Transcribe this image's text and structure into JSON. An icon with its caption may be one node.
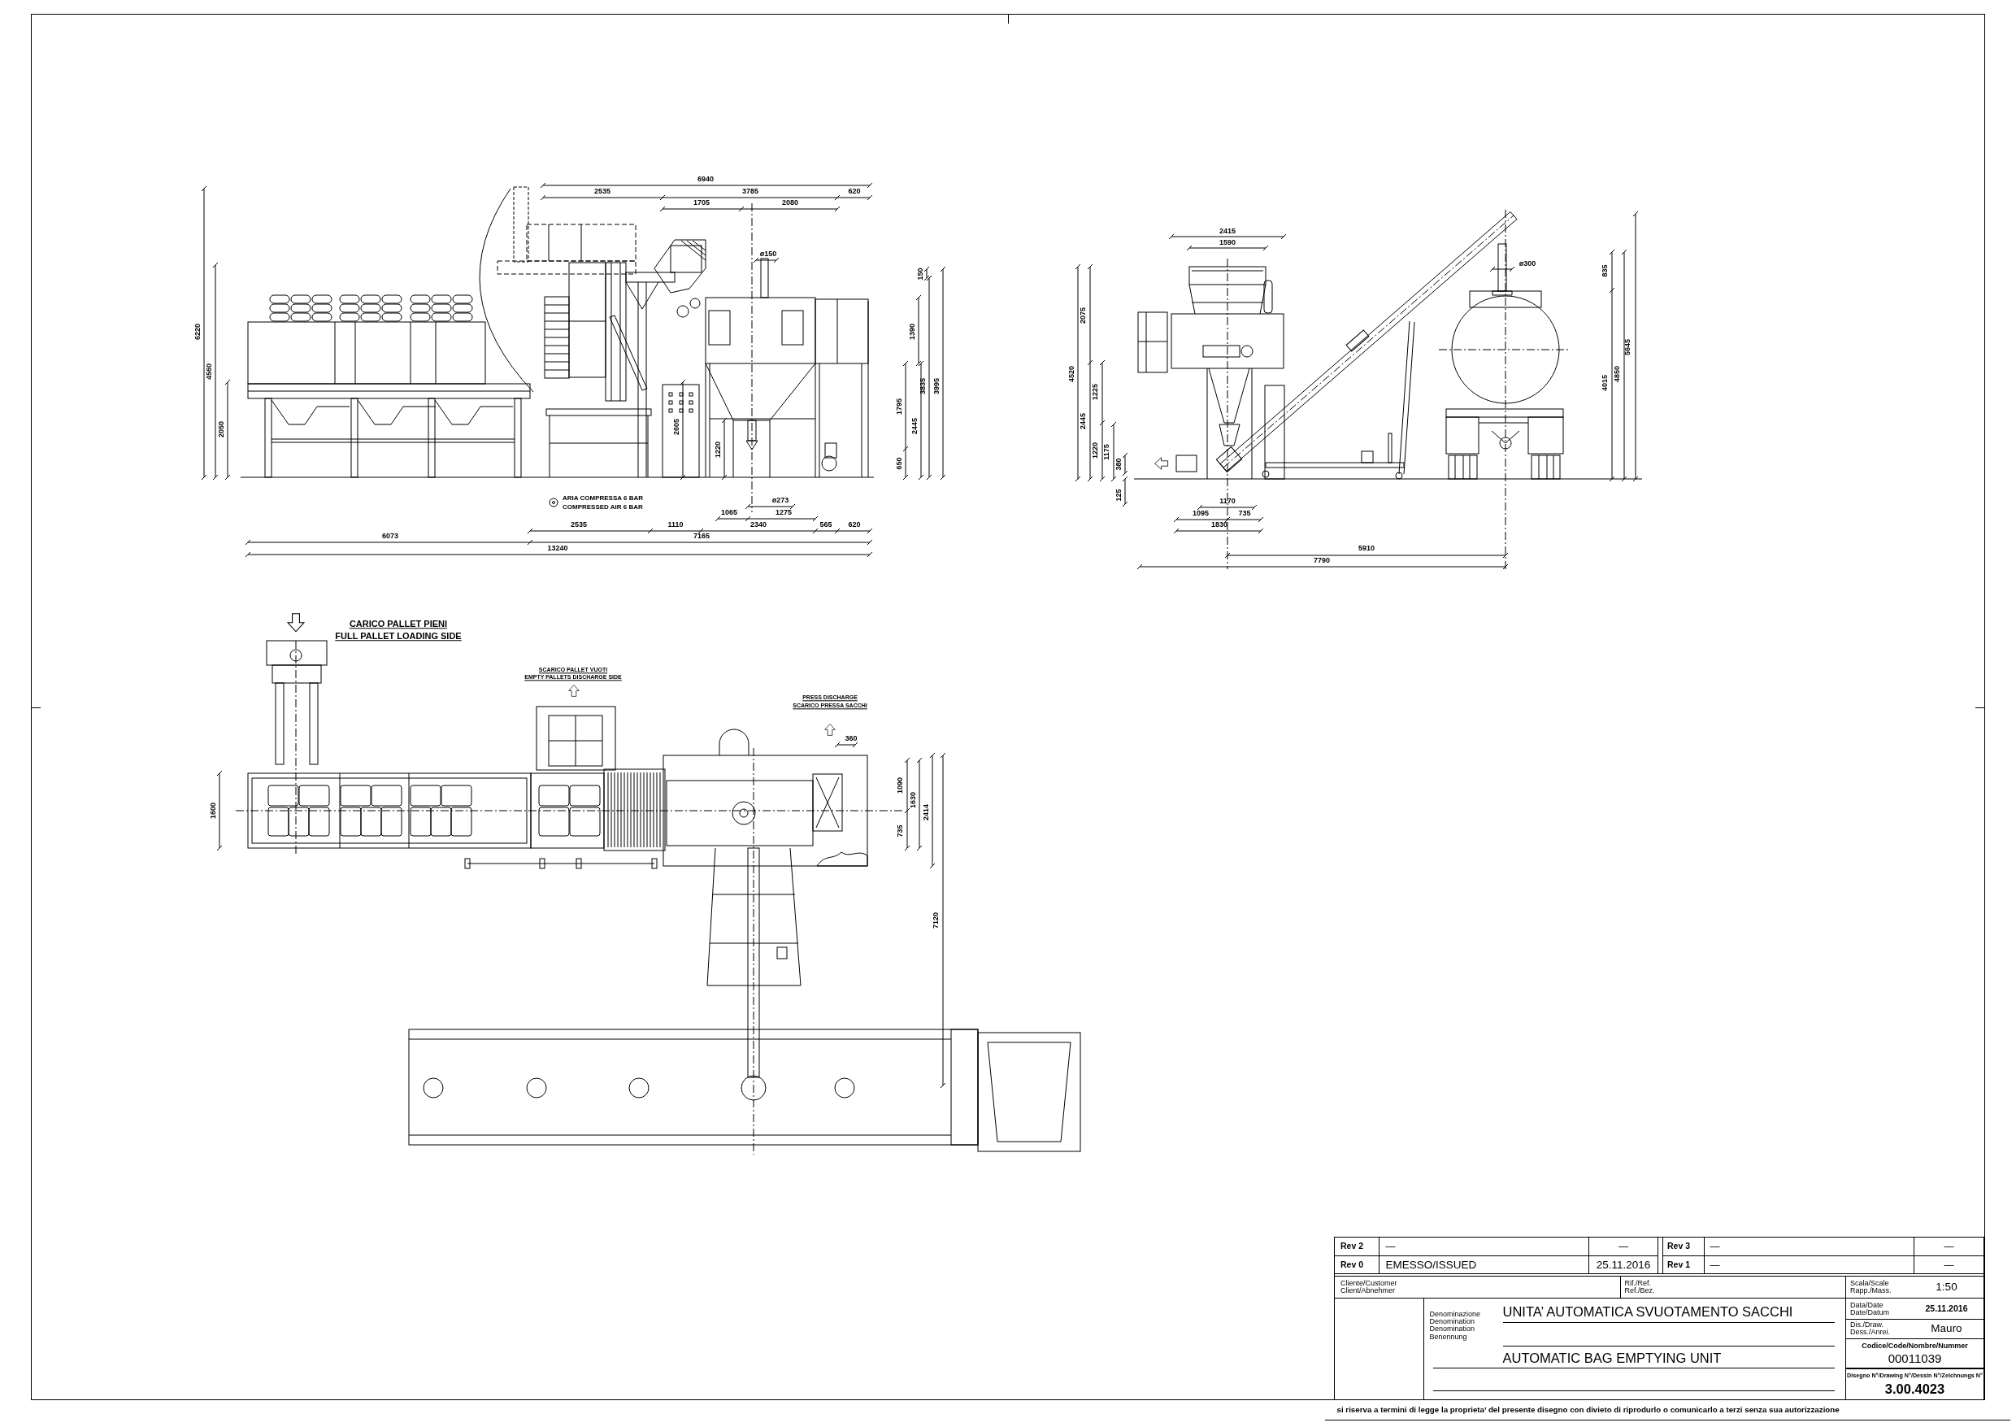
{
  "diagram": {
    "labels": [
      "6940",
      "2535",
      "3785",
      "620",
      "1705",
      "2080",
      "ø150",
      "150",
      "6220",
      "1390",
      "4560",
      "3835",
      "3995",
      "1795",
      "2050",
      "2605",
      "2445",
      "1220",
      "650",
      "ARIA COMPRESSA 6 BAR",
      "COMPRESSED AIR 6 BAR",
      "ø273",
      "1065",
      "1275",
      "2535",
      "1110",
      "2340",
      "565",
      "620",
      "6073",
      "7165",
      "13240",
      "2415",
      "1590",
      "ø300",
      "835",
      "2075",
      "5645",
      "4520",
      "1225",
      "4015",
      "4850",
      "2445",
      "1220",
      "1175",
      "380",
      "125",
      "1170",
      "1095",
      "735",
      "1830",
      "5910",
      "7790",
      "CARICO PALLET PIENI",
      "FULL PALLET LOADING SIDE",
      "SCARICO PALLET VUOTI",
      "EMPTY PALLETS DISCHARGE SIDE",
      "PRESS DISCHARGE",
      "SCARICO PRESSA SACCHI",
      "360",
      "1090",
      "1600",
      "1630",
      "2414",
      "735",
      "7120",
      "Rev 2",
      "—",
      "—",
      "Rev 3",
      "—",
      "—",
      "Rev 0",
      "EMESSO/ISSUED",
      "25.11.2016",
      "Rev 1",
      "—",
      "—",
      "Cliente/Customer Client/Abnehmer",
      "Rif./Ref. Ref./Bez.",
      "Scala/Scale Rapp./Mass.",
      "1:50",
      "Denominazione Denomination Denomination Benennung",
      "UNITA’ AUTOMATICA SVUOTAMENTO SACCHI",
      "Data/Date Date/Datum",
      "25.11.2016",
      "Dis./Draw. Dess./Anrei.",
      "Mauro",
      "AUTOMATIC BAG EMPTYING UNIT",
      "Codice/Code/Nombre/Nummer",
      "00011039",
      "Disegno N°/Drawing N°/Dessin N°/Zeichnungs N°",
      "3.00.4023",
      "si riserva a termini di legge la proprieta’ del presente disegno con divieto di riprodurlo o comunicarlo a terzi senza sua autorizzazione"
    ]
  }
}
